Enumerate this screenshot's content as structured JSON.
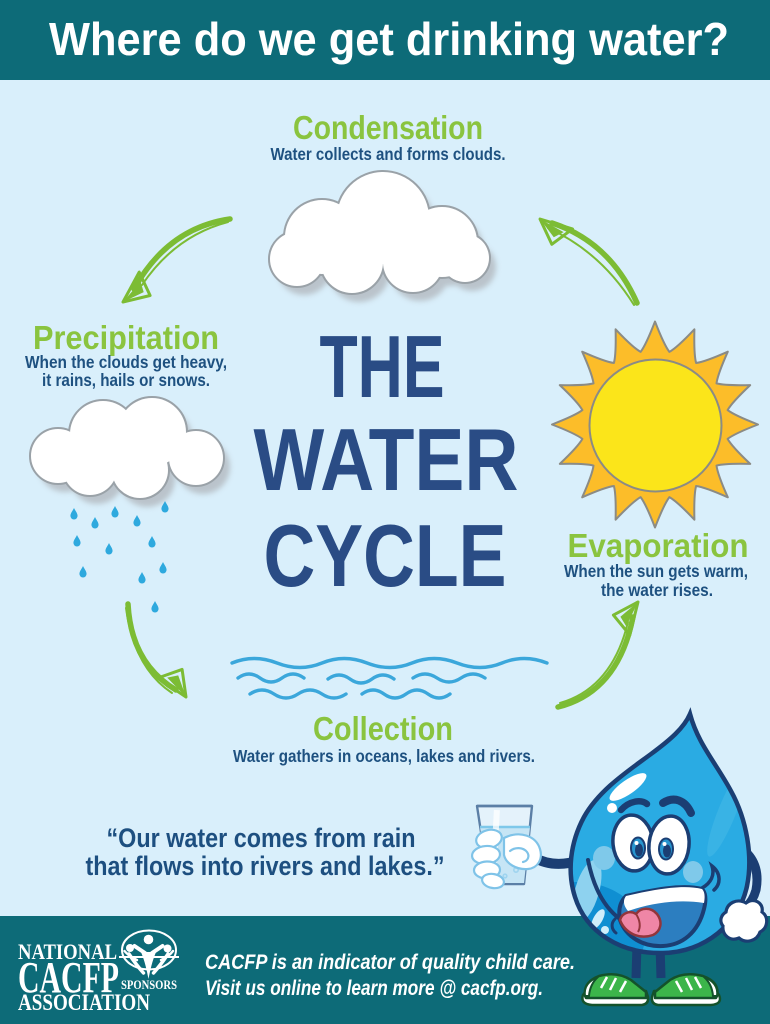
{
  "poster": {
    "header": {
      "title": "Where do we get drinking water?"
    },
    "center_title": {
      "line1": "THE",
      "line2": "WATER",
      "line3": "CYCLE"
    },
    "stages": {
      "condensation": {
        "title": "Condensation",
        "description": "Water collects and forms clouds."
      },
      "precipitation": {
        "title": "Precipitation",
        "description_line1": "When the clouds get heavy,",
        "description_line2": "it rains, hails or snows."
      },
      "evaporation": {
        "title": "Evaporation",
        "description_line1": "When the sun gets warm,",
        "description_line2": "the water rises."
      },
      "collection": {
        "title": "Collection",
        "description": "Water gathers in oceans, lakes and rivers."
      }
    },
    "quote": {
      "line1": "“Our water comes from rain",
      "line2": "that flows into rivers and lakes.”"
    },
    "footer": {
      "logo_line1": "NATIONAL",
      "logo_line2": "CACFP",
      "logo_line3": "SPONSORS",
      "logo_line4": "ASSOCIATION",
      "tagline_line1": "CACFP is an indicator of quality child care.",
      "tagline_line2": "Visit us online to learn more @ cacfp.org."
    },
    "icons": [
      "cloud-icon",
      "rain-cloud-icon",
      "sun-icon",
      "waves-icon",
      "cycle-arrow-icon",
      "water-drop-mascot-icon",
      "glass-of-water-icon",
      "cacfp-logo-icon"
    ],
    "colors": {
      "teal_band": "#0d6b78",
      "background": "#d9effb",
      "heading_green": "#8ac43f",
      "arrow_green": "#7cbc34",
      "title_navy": "#2a4c85",
      "text_navy": "#1e5180",
      "wave_blue": "#3ba7db",
      "raindrop_blue": "#2ea9de",
      "sun_ray": "#fcbd29",
      "sun_core": "#fbe51a",
      "mascot_blue": "#2aabe3"
    }
  }
}
